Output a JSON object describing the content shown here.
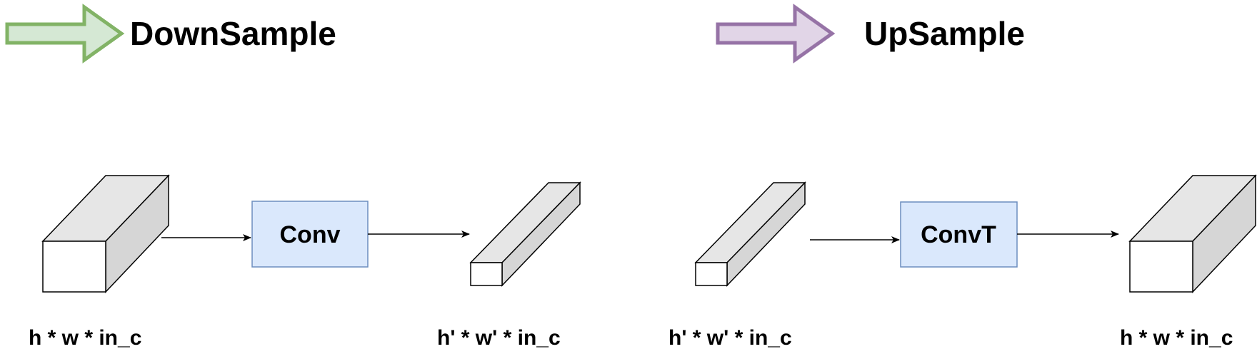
{
  "downsample": {
    "title": "DownSample",
    "arrow_color": "#82b366",
    "arrow_fill": "#d5e8d4",
    "op_label": "Conv",
    "input_dims": "h * w * in_c",
    "output_dims": "h' * w' * in_c"
  },
  "upsample": {
    "title": "UpSample",
    "arrow_color": "#9673a6",
    "arrow_fill": "#e1d5e7",
    "op_label": "ConvT",
    "input_dims": "h' * w' * in_c",
    "output_dims": "h * w * in_c"
  },
  "colors": {
    "op_box_fill": "#dae8fc",
    "op_box_stroke": "#6c8ebf",
    "cuboid_front": "#ffffff",
    "cuboid_top": "#e6e6e6",
    "cuboid_side": "#d6d6d6"
  }
}
